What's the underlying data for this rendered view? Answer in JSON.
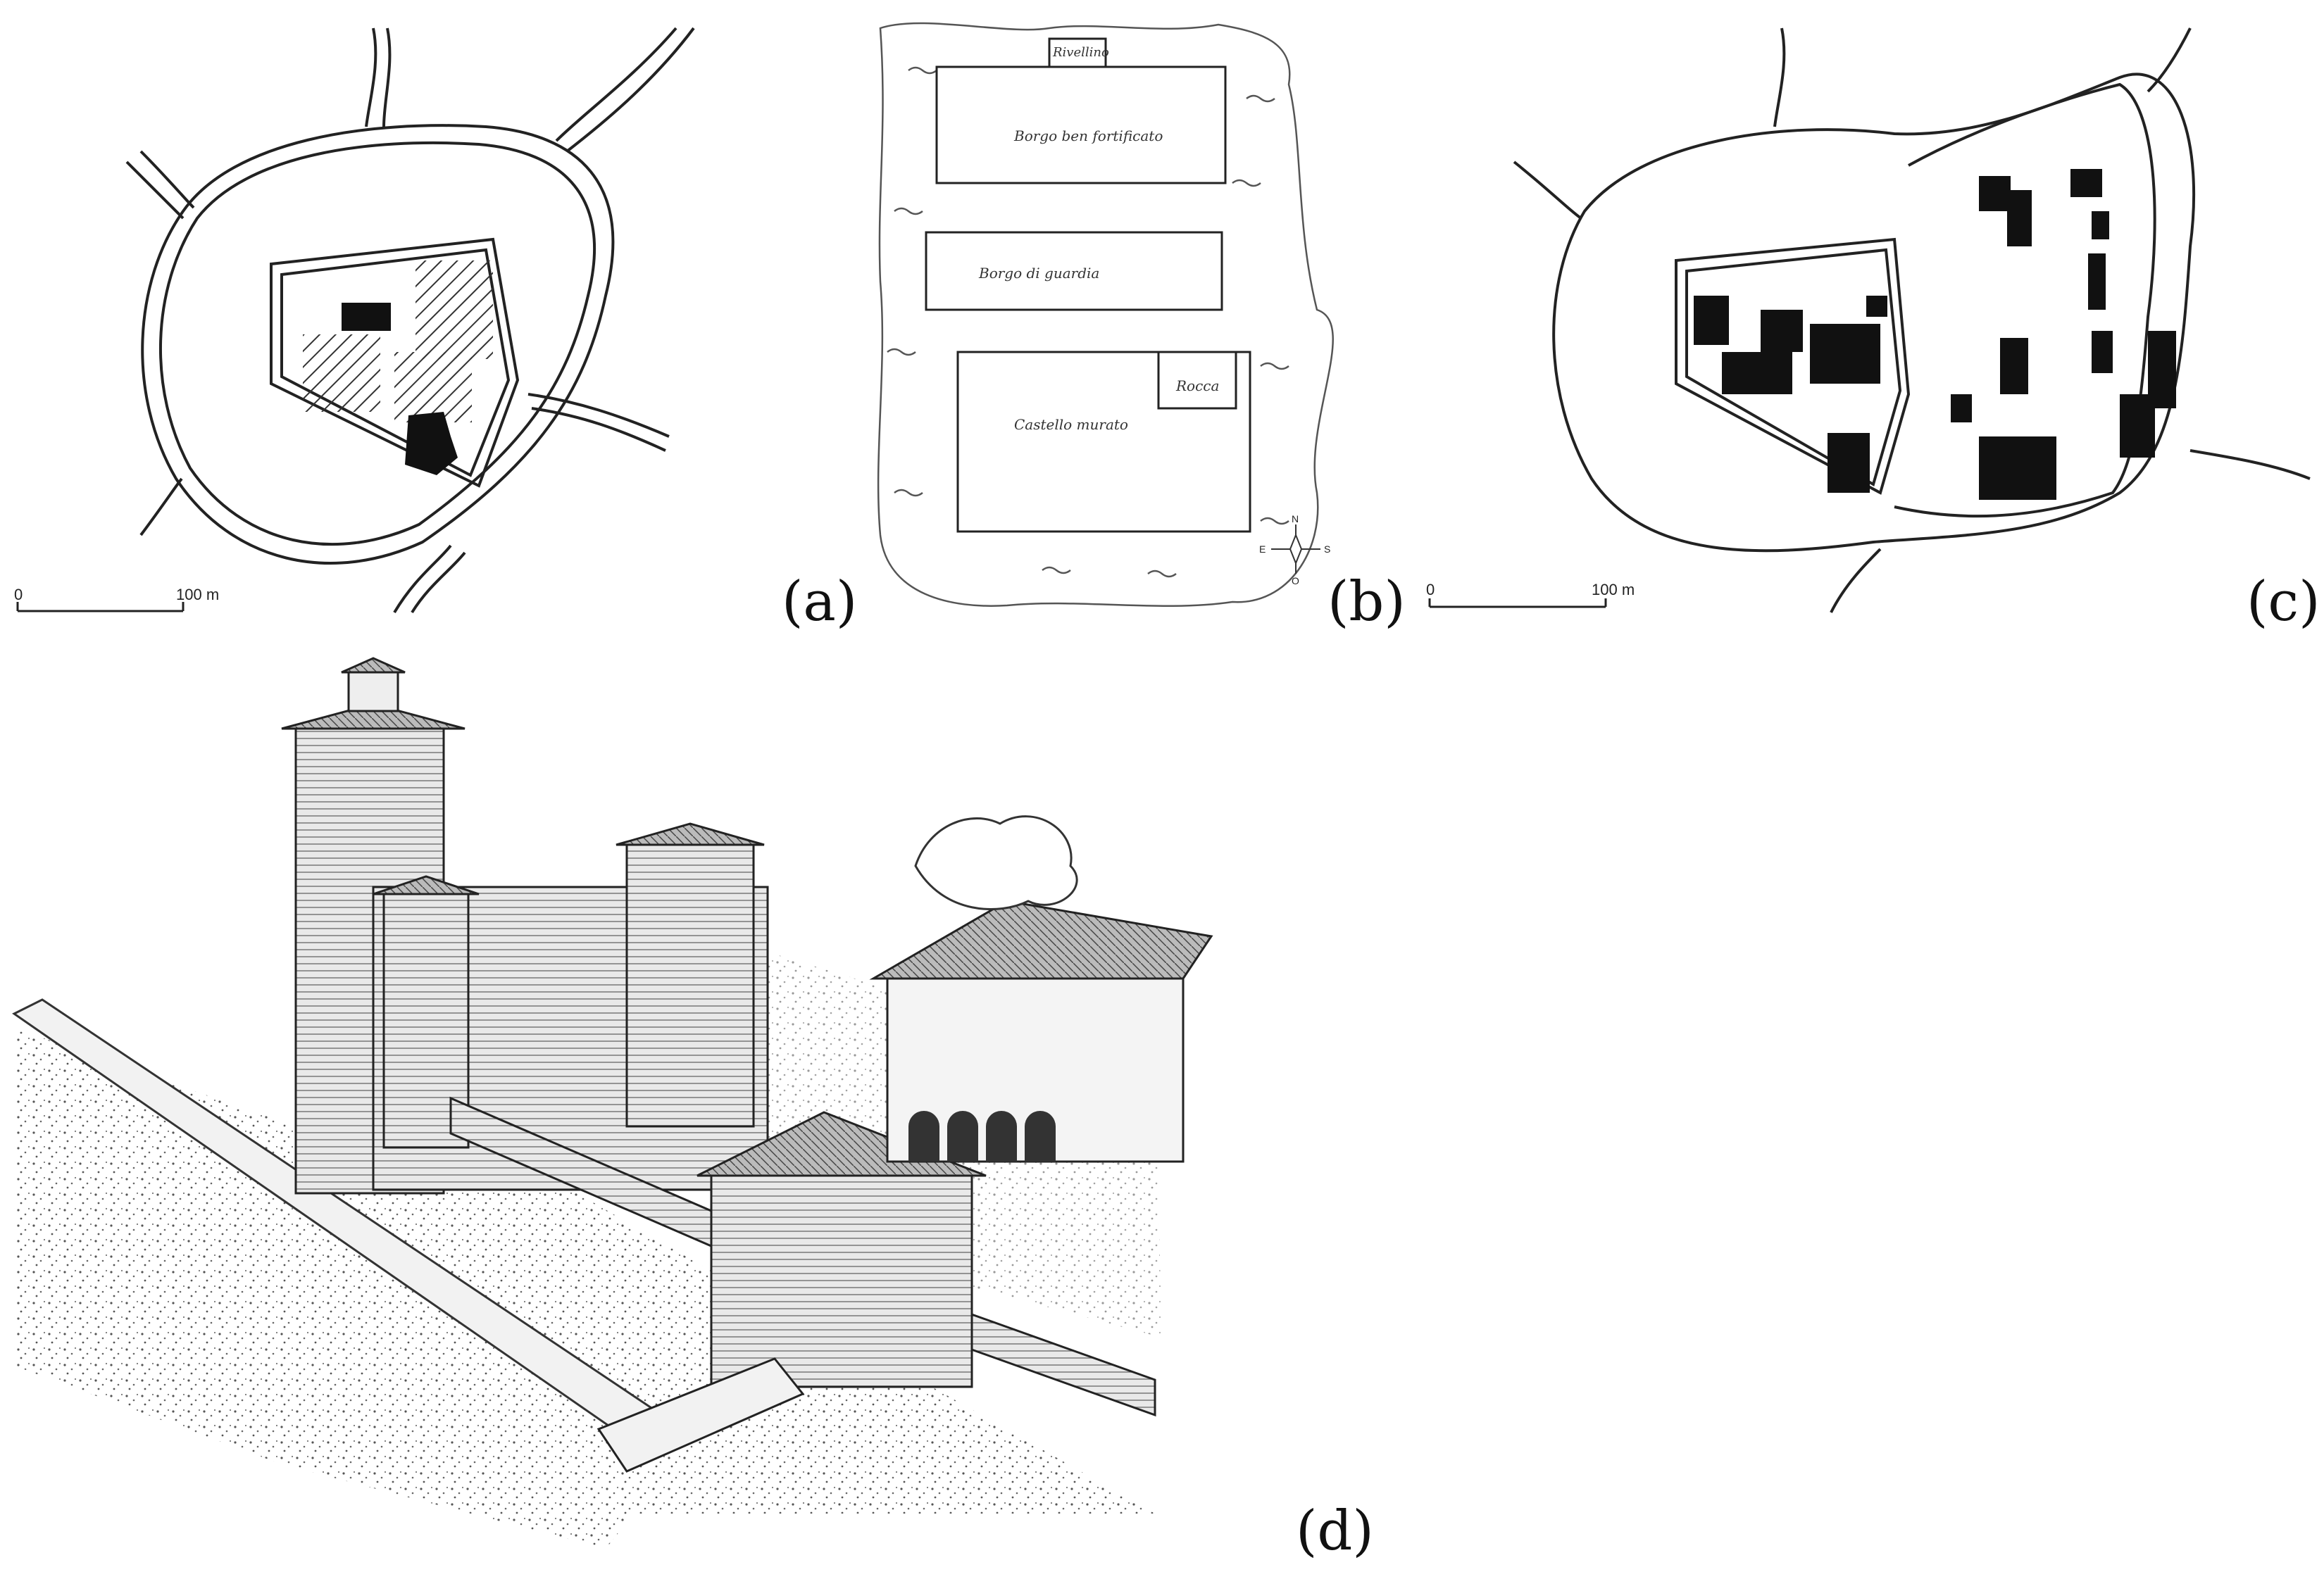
{
  "panels": {
    "a": {
      "label": "(a)",
      "scale": {
        "start": "0",
        "end": "100 m"
      }
    },
    "b": {
      "label": "(b)",
      "annotations": {
        "top_gate": "Rivellino",
        "borgo_fortificato": "Borgo ben fortificato",
        "borgo_guardia": "Borgo di guardia",
        "castello": "Castello murato",
        "rocca": "Rocca"
      },
      "compass": {
        "n": "N",
        "e": "E",
        "s": "S",
        "o": "O"
      }
    },
    "c": {
      "label": "(c)",
      "scale": {
        "start": "0",
        "end": "100 m"
      }
    },
    "d": {
      "label": "(d)"
    }
  }
}
